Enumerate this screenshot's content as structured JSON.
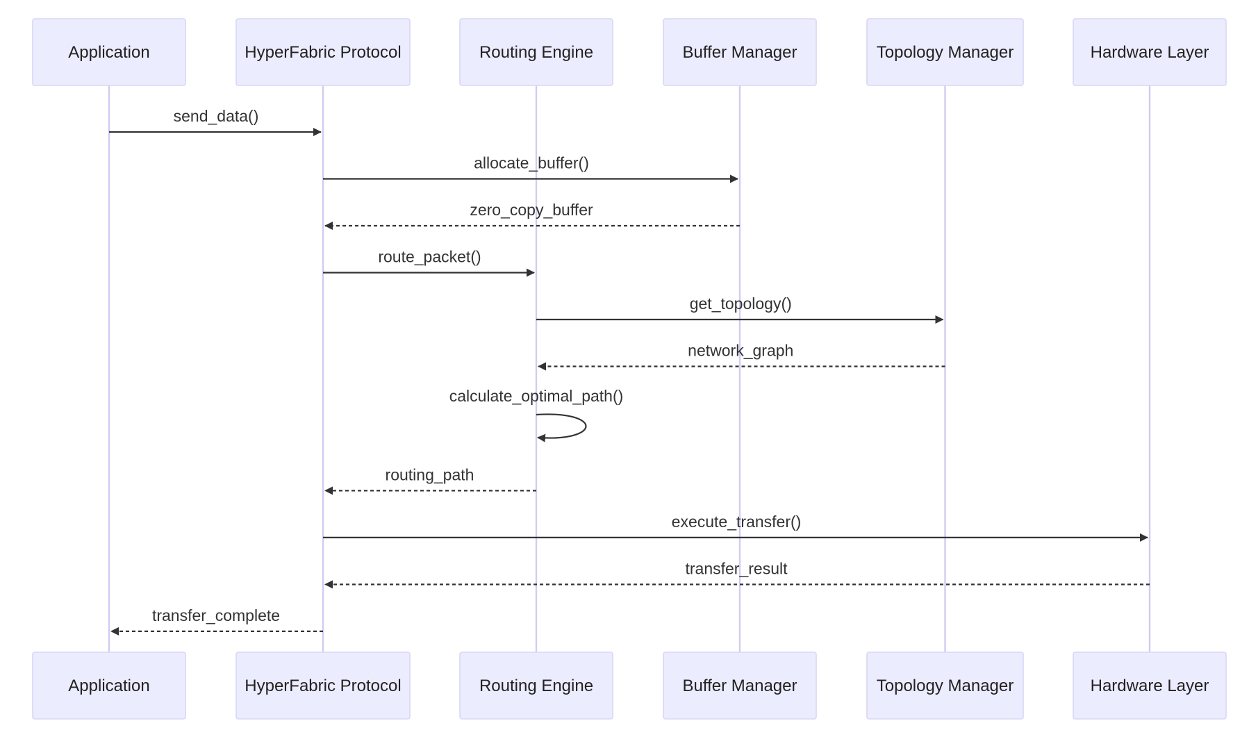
{
  "participants": [
    {
      "id": "app",
      "label": "Application"
    },
    {
      "id": "hfp",
      "label": "HyperFabric Protocol"
    },
    {
      "id": "re",
      "label": "Routing Engine"
    },
    {
      "id": "bm",
      "label": "Buffer Manager"
    },
    {
      "id": "tm",
      "label": "Topology Manager"
    },
    {
      "id": "hw",
      "label": "Hardware Layer"
    }
  ],
  "messages": [
    {
      "from": "app",
      "to": "hfp",
      "label": "send_data()",
      "style": "solid"
    },
    {
      "from": "hfp",
      "to": "bm",
      "label": "allocate_buffer()",
      "style": "solid"
    },
    {
      "from": "bm",
      "to": "hfp",
      "label": "zero_copy_buffer",
      "style": "dashed"
    },
    {
      "from": "hfp",
      "to": "re",
      "label": "route_packet()",
      "style": "solid"
    },
    {
      "from": "re",
      "to": "tm",
      "label": "get_topology()",
      "style": "solid"
    },
    {
      "from": "tm",
      "to": "re",
      "label": "network_graph",
      "style": "dashed"
    },
    {
      "from": "re",
      "to": "re",
      "label": "calculate_optimal_path()",
      "style": "solid"
    },
    {
      "from": "re",
      "to": "hfp",
      "label": "routing_path",
      "style": "dashed"
    },
    {
      "from": "hfp",
      "to": "hw",
      "label": "execute_transfer()",
      "style": "solid"
    },
    {
      "from": "hw",
      "to": "hfp",
      "label": "transfer_result",
      "style": "dashed"
    },
    {
      "from": "hfp",
      "to": "app",
      "label": "transfer_complete",
      "style": "dashed"
    }
  ],
  "colors": {
    "actor_fill": "#ececff",
    "actor_border": "#d9d6f5",
    "lifeline": "#cfcdf3",
    "message": "#333333"
  }
}
